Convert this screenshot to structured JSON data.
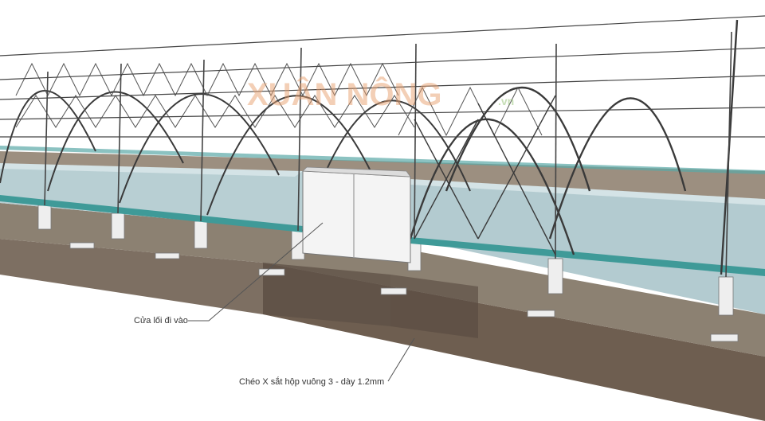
{
  "callouts": {
    "entrance": "Cửa lối đi vào",
    "brace": "Chéo X sắt hộp vuông 3 - dày 1.2mm"
  },
  "watermark": {
    "text": "XUÂN NÔNG",
    "suffix": ".vn",
    "color": "#e8a070",
    "accent": "#90c070"
  },
  "colors": {
    "steel": "#3a3a3a",
    "steel_light": "#9a9a9a",
    "water": "#b8cfd3",
    "rail": "#3f9a98",
    "soil_top": "#8c8172",
    "soil_dark": "#6e5e50",
    "concrete": "#e8e8e8",
    "door": "#f4f4f4"
  },
  "icons": [
    "cross-brace-icon"
  ]
}
